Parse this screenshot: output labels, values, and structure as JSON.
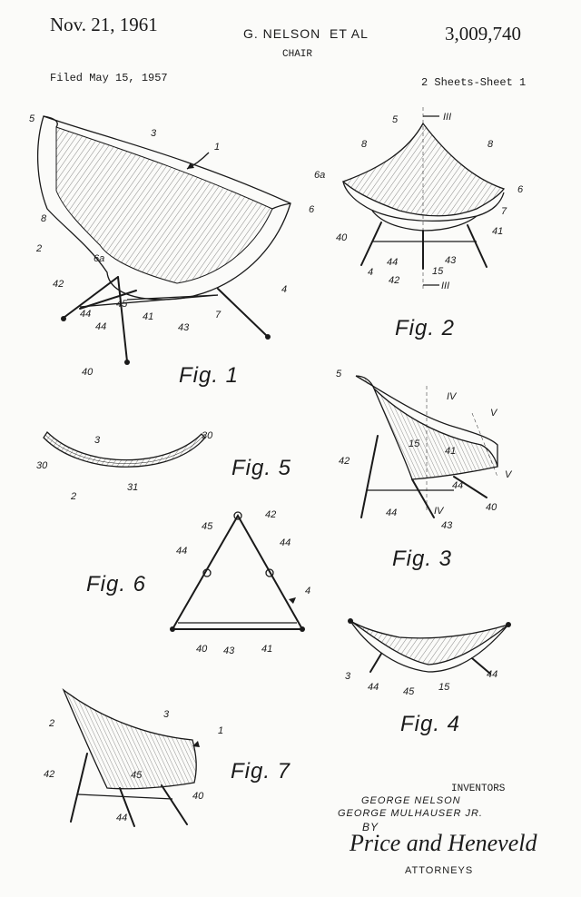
{
  "header": {
    "date": "Nov. 21, 1961",
    "inventors_line": "G. NELSON",
    "et_al": "ET AL",
    "title": "CHAIR",
    "patent_number": "3,009,740",
    "filed": "Filed May 15, 1957",
    "sheets": "2 Sheets-Sheet 1"
  },
  "figures": [
    {
      "id": "fig1",
      "label": "Fig. 1",
      "refs": [
        "1",
        "2",
        "3",
        "4",
        "5",
        "6",
        "6a",
        "7",
        "8",
        "40",
        "41",
        "42",
        "43",
        "44",
        "44",
        "45"
      ]
    },
    {
      "id": "fig2",
      "label": "Fig. 2",
      "refs": [
        "III",
        "III",
        "4",
        "5",
        "6",
        "6a",
        "7",
        "8",
        "8",
        "15",
        "40",
        "41",
        "42",
        "43",
        "44"
      ]
    },
    {
      "id": "fig3",
      "label": "Fig. 3",
      "refs": [
        "IV",
        "IV",
        "V",
        "V",
        "5",
        "15",
        "40",
        "41",
        "42",
        "43",
        "44",
        "44"
      ]
    },
    {
      "id": "fig4",
      "label": "Fig. 4",
      "refs": [
        "3",
        "15",
        "44",
        "44",
        "45"
      ]
    },
    {
      "id": "fig5",
      "label": "Fig. 5",
      "refs": [
        "2",
        "3",
        "30",
        "30",
        "31"
      ]
    },
    {
      "id": "fig6",
      "label": "Fig. 6",
      "refs": [
        "4",
        "40",
        "41",
        "42",
        "43",
        "44",
        "44",
        "45"
      ]
    },
    {
      "id": "fig7",
      "label": "Fig. 7",
      "refs": [
        "1",
        "2",
        "3",
        "40",
        "42",
        "44",
        "45"
      ]
    }
  ],
  "signature": {
    "inventors_title": "INVENTORS",
    "inventor_1": "GEORGE NELSON",
    "inventor_2": "GEORGE MULHAUSER JR.",
    "by": "BY",
    "attorney_signature": "Price and Heneveld",
    "attorneys_title": "ATTORNEYS"
  }
}
